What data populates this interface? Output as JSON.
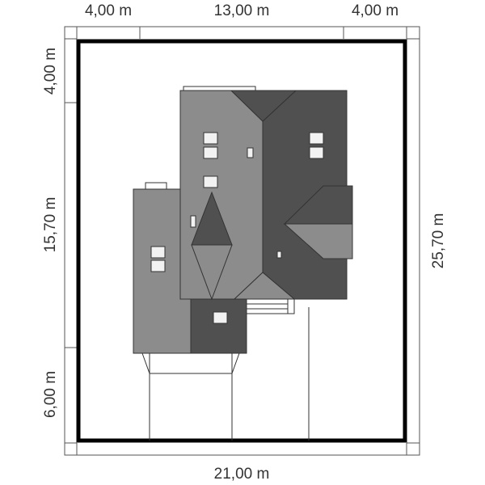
{
  "dimensions": {
    "top_left": "4,00 m",
    "top_middle": "13,00 m",
    "top_right": "4,00 m",
    "bottom_total": "21,00 m",
    "left_top": "4,00 m",
    "left_middle": "15,70 m",
    "left_bottom": "6,00 m",
    "right_total": "25,70 m"
  },
  "colors": {
    "plot_border": "#000000",
    "roof_light": "#8c8c8c",
    "roof_dark": "#505050",
    "window_fill": "#f2f2f2",
    "line": "#333333"
  }
}
